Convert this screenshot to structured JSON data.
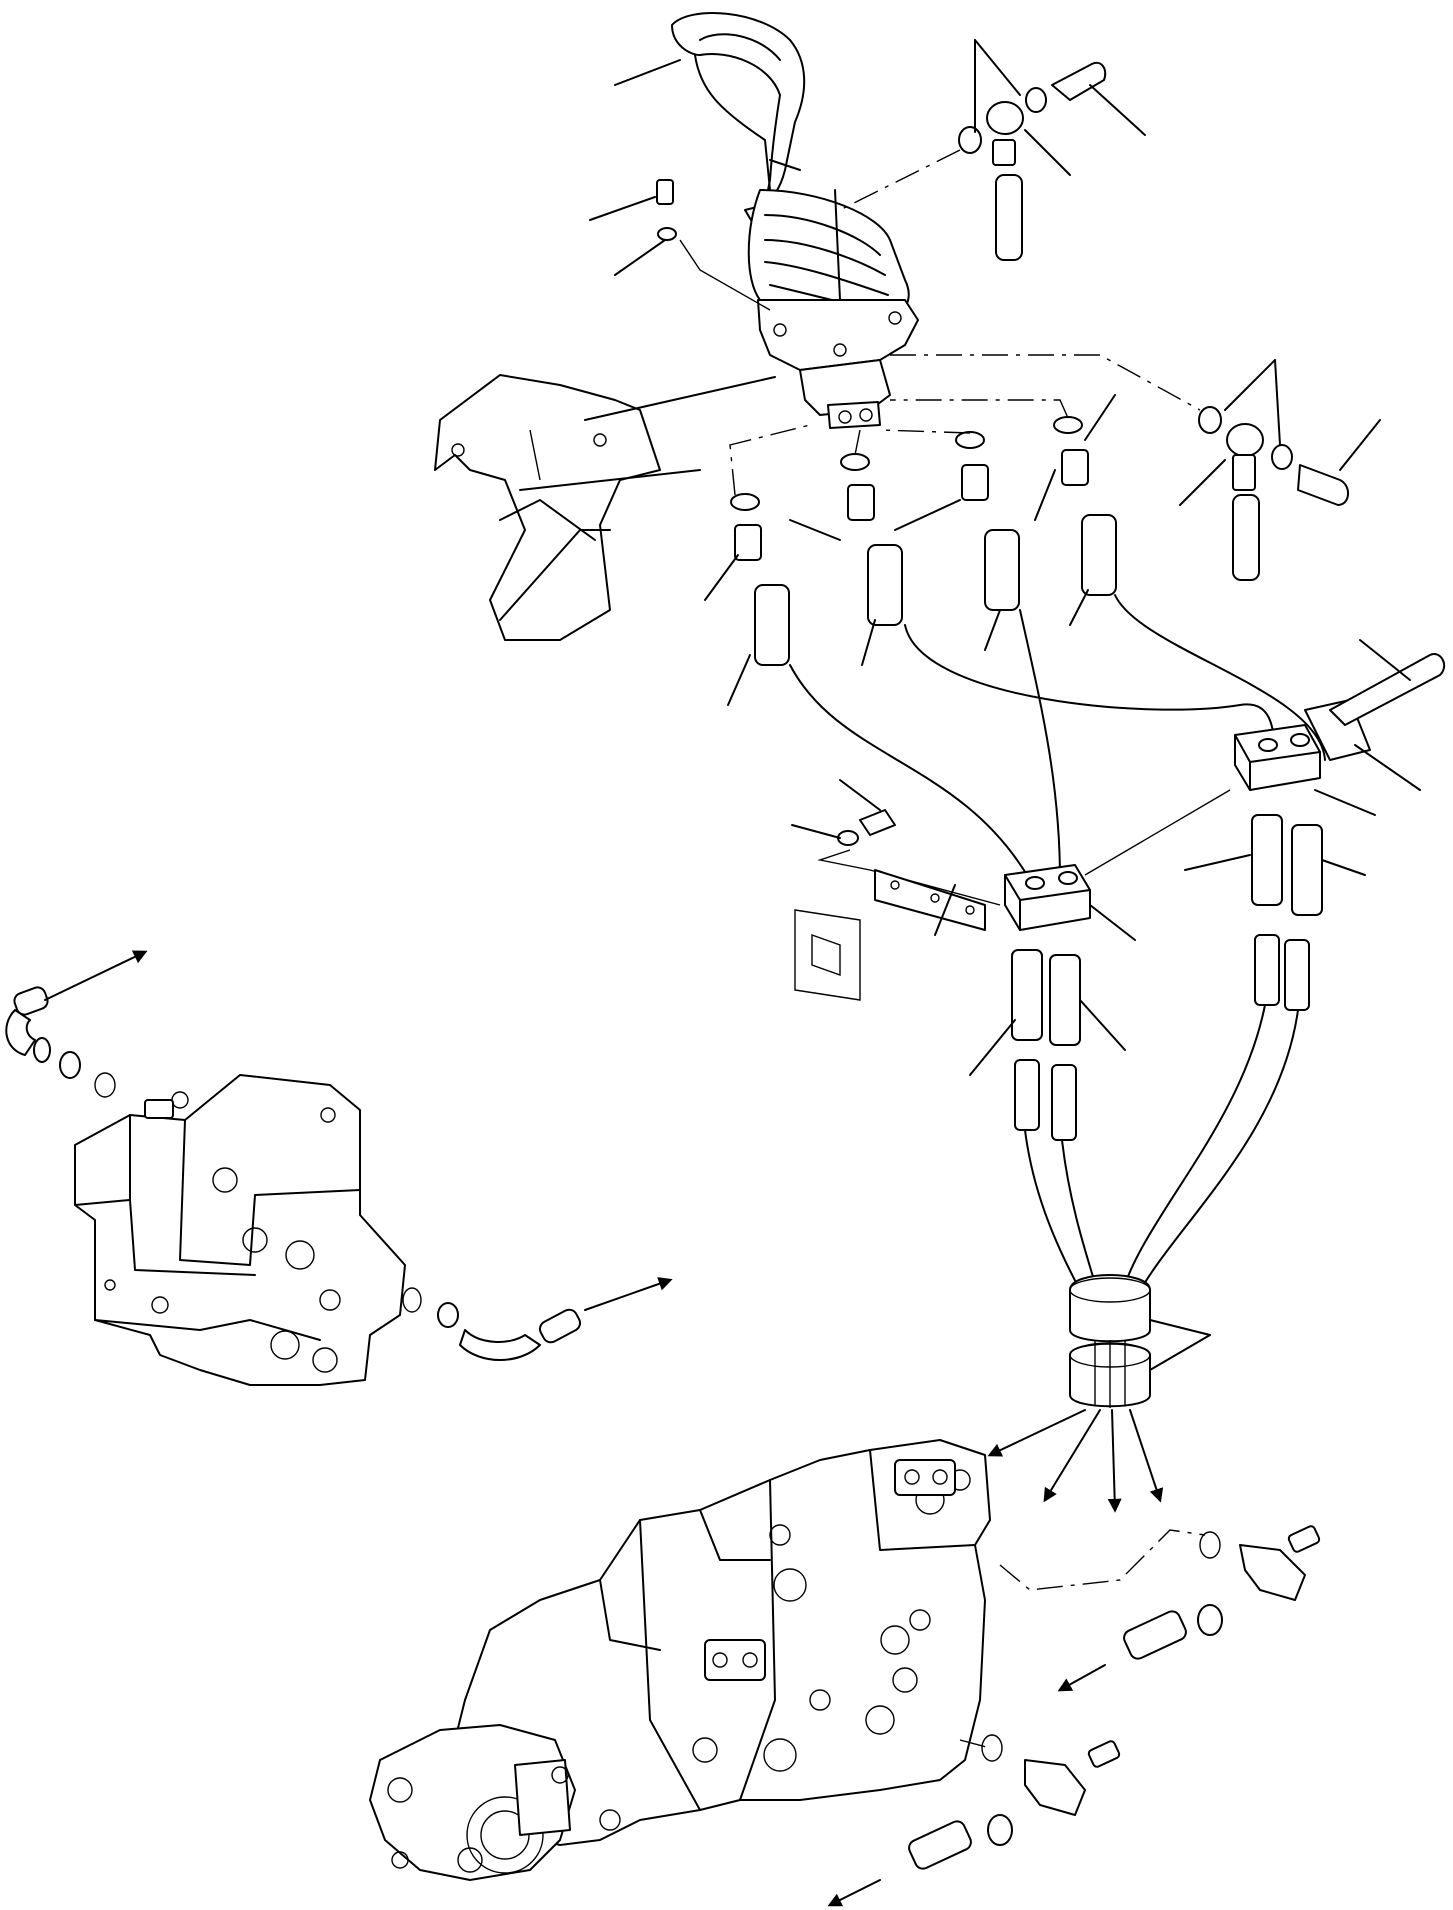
{
  "figure": {
    "parts": [
      {
        "id": "control-lever-grip",
        "icon": "lever-icon"
      },
      {
        "id": "lever-boot",
        "icon": "boot-icon"
      },
      {
        "id": "pilot-control-valve",
        "icon": "valve-icon"
      },
      {
        "id": "valve-bracket",
        "icon": "bracket-icon"
      },
      {
        "id": "mounting-bolt-top",
        "icon": "bolt-icon"
      },
      {
        "id": "washer-top",
        "icon": "washer-icon"
      },
      {
        "id": "banjo-fitting-upper",
        "icon": "banjo-fitting-icon"
      },
      {
        "id": "banjo-fitting-right",
        "icon": "banjo-fitting-icon"
      },
      {
        "id": "hose-adapter-1",
        "icon": "adapter-icon"
      },
      {
        "id": "hose-adapter-2",
        "icon": "adapter-icon"
      },
      {
        "id": "hose-adapter-3",
        "icon": "adapter-icon"
      },
      {
        "id": "hose-adapter-4",
        "icon": "adapter-icon"
      },
      {
        "id": "hose-clamp-block-left",
        "icon": "clamp-icon"
      },
      {
        "id": "hose-clamp-block-right",
        "icon": "clamp-icon"
      },
      {
        "id": "hose-band",
        "icon": "band-icon"
      },
      {
        "id": "main-control-valve",
        "icon": "valve-icon"
      },
      {
        "id": "pump-valve-assembly",
        "icon": "pump-icon"
      }
    ],
    "colors": {
      "line": "#000000",
      "background": "#ffffff"
    }
  }
}
